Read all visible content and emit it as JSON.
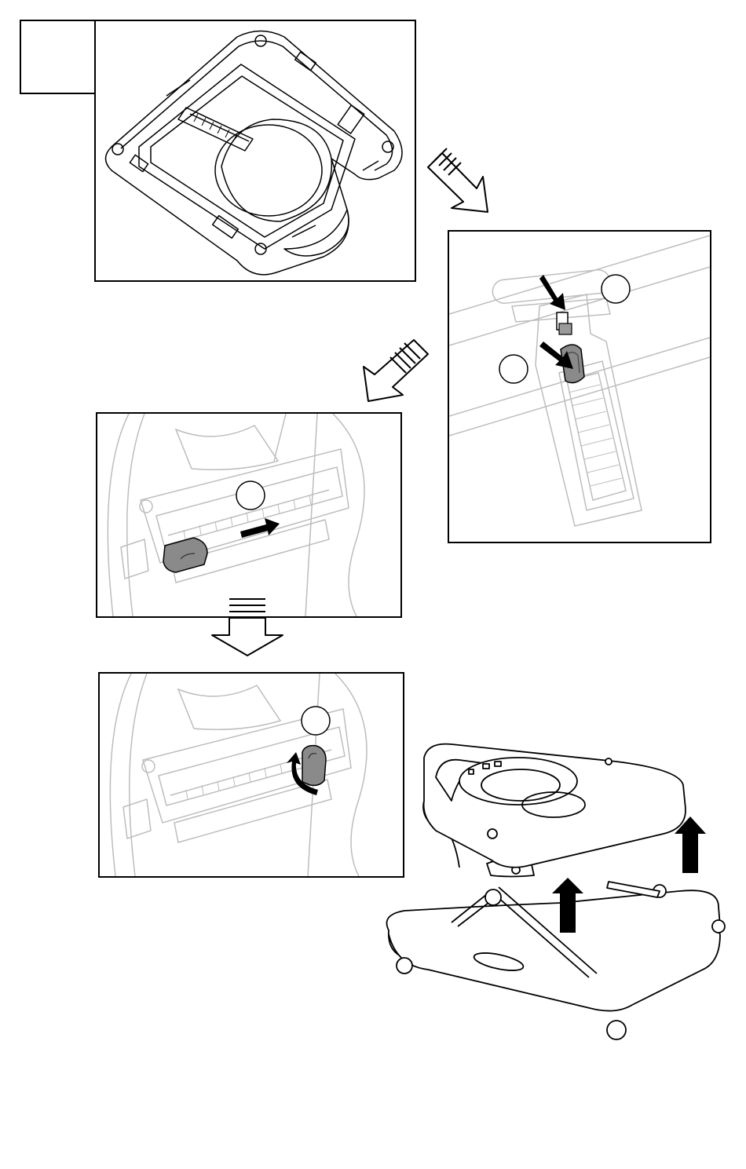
{
  "page": {
    "step_number": "",
    "colors": {
      "line": "#000000",
      "light_line": "#bdbdbd",
      "part_gray": "#7a7a7a",
      "part_light": "#c8c8c8",
      "arrow_fill": "#000000"
    }
  },
  "panels": [
    {
      "id": "underside-view",
      "callout": ""
    },
    {
      "id": "lock-release-detail",
      "callouts": [
        "",
        ""
      ]
    },
    {
      "id": "slider-push-detail",
      "callout": ""
    },
    {
      "id": "slider-flip-detail",
      "callout": ""
    },
    {
      "id": "walker-raise-view"
    }
  ],
  "flow_arrows": [
    "flow-arrow-down-right",
    "flow-arrow-down-left",
    "flow-arrow-down"
  ],
  "icons": [
    "push-arrow-icon",
    "curved-arrow-icon",
    "up-arrow-icon"
  ]
}
